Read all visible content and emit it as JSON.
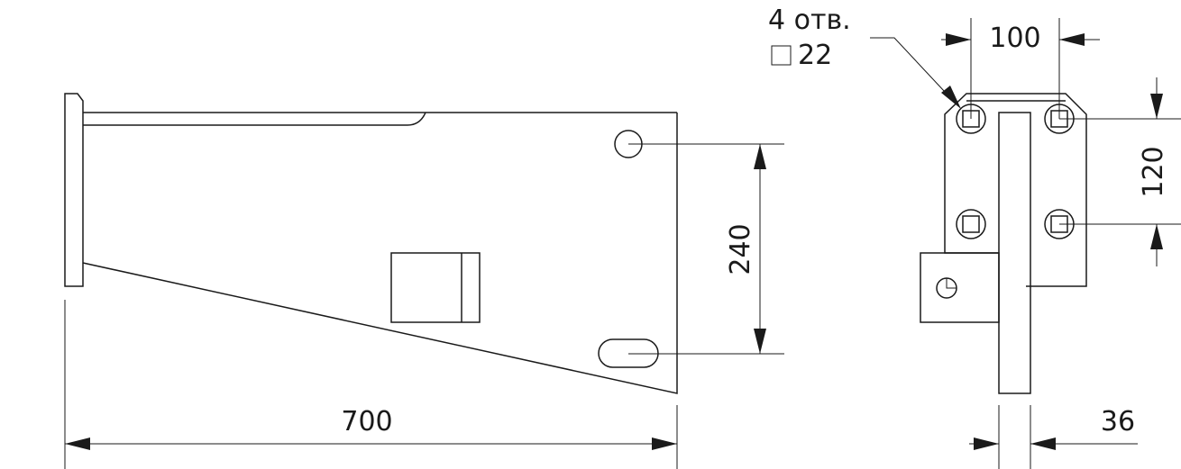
{
  "dimensions": {
    "length": "700",
    "hole_spacing_side": "240",
    "hole_spacing_horizontal": "100",
    "hole_spacing_vertical": "120",
    "thickness": "36"
  },
  "hole_note": {
    "count": "4 отв.",
    "size": "22"
  }
}
